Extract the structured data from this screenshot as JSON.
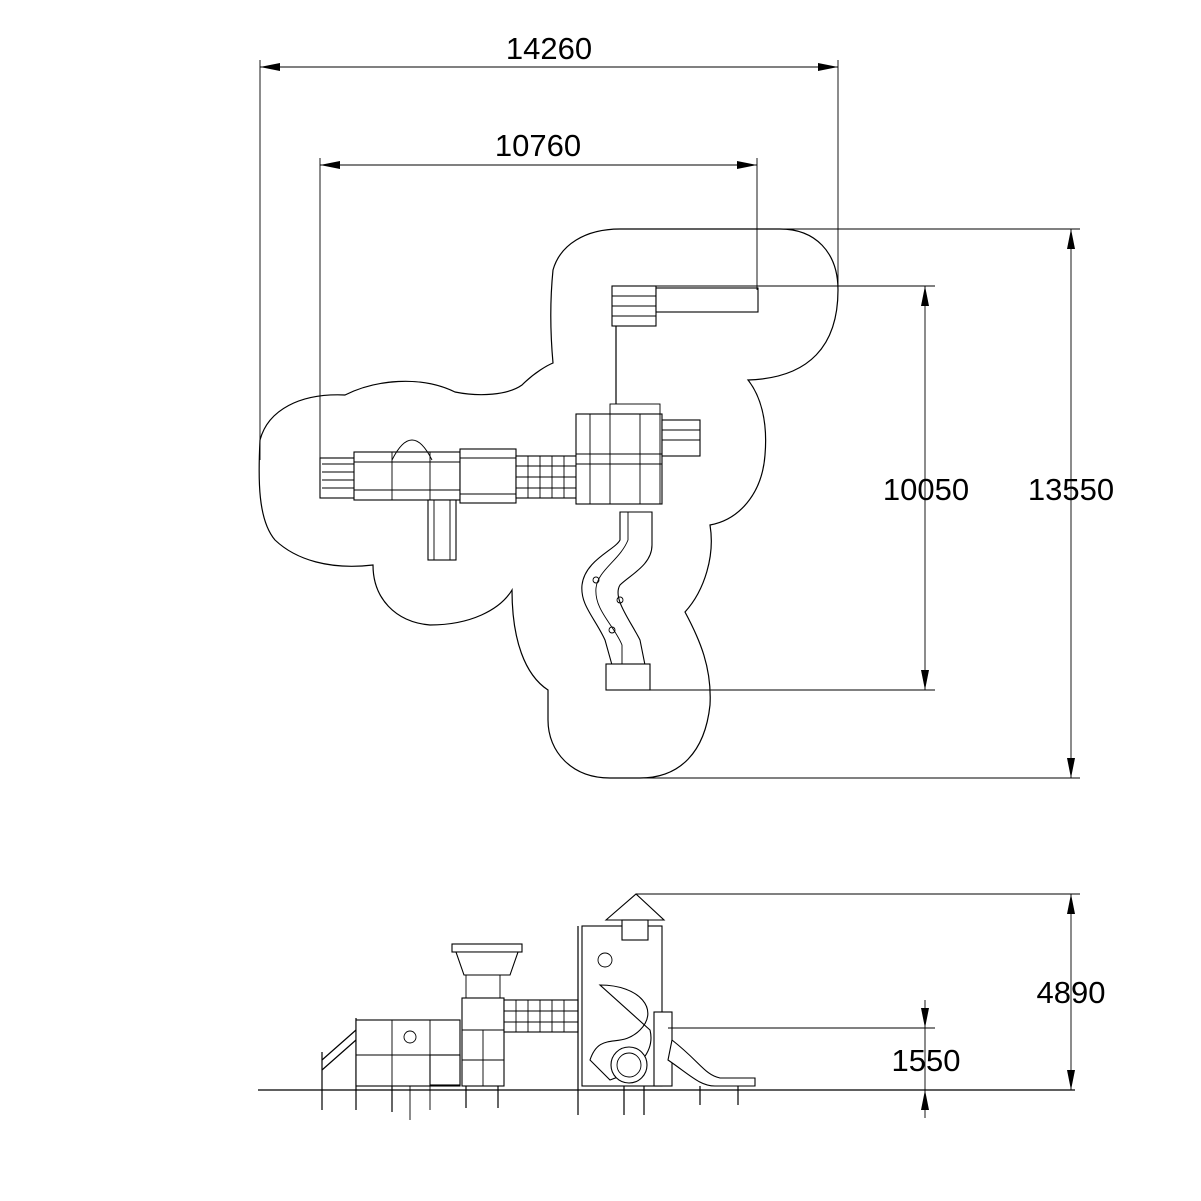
{
  "dimensions": {
    "overall_width": "14260",
    "equipment_width": "10760",
    "equipment_depth": "10050",
    "overall_depth": "13550",
    "total_height": "4890",
    "platform_height": "1550"
  }
}
